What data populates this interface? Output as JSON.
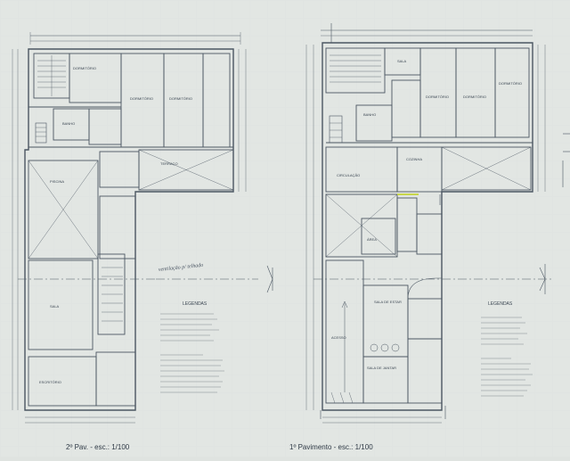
{
  "sheet": {
    "paper_color": "#dfe3e0",
    "ink_color": "#3b4652",
    "accent_color": "#c8d64a"
  },
  "plans": [
    {
      "id": "second-floor",
      "title": "2º Pav. - esc.: 1/100",
      "annotation": "",
      "legend_title": "LEGENDAS"
    },
    {
      "id": "first-floor",
      "title": "1º Pavimento - esc.: 1/100",
      "legend_title": "LEGENDAS"
    }
  ],
  "rooms_2nd": [
    "",
    "",
    "",
    "",
    "",
    "",
    "",
    ""
  ],
  "rooms_1st": [
    "",
    "",
    "",
    "",
    "",
    "",
    "",
    "",
    "",
    "",
    ""
  ],
  "section_marks": [
    "",
    "",
    "",
    ""
  ]
}
